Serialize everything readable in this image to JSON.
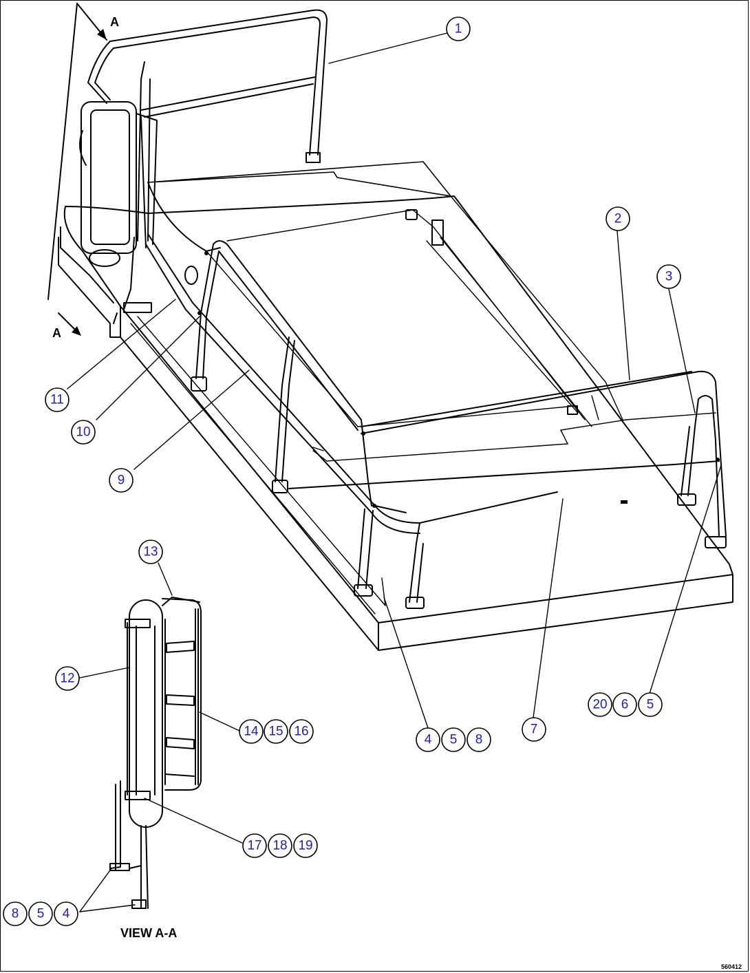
{
  "colors": {
    "line": "#000000",
    "balloon_text": "#1a1adc",
    "background": "#ffffff"
  },
  "callouts": [
    "1",
    "2",
    "3",
    "4",
    "5",
    "6",
    "7",
    "8",
    "9",
    "10",
    "11",
    "12",
    "13",
    "14",
    "15",
    "16",
    "17",
    "18",
    "19",
    "20"
  ],
  "group_callouts": [
    [
      "20",
      "6",
      "5"
    ],
    [
      "4",
      "5",
      "8"
    ],
    [
      "14",
      "15",
      "16"
    ],
    [
      "17",
      "18",
      "19"
    ],
    [
      "8",
      "5",
      "4"
    ]
  ],
  "view_markers": {
    "a_top": "A",
    "a_bottom": "A"
  },
  "view_title": "VIEW A-A",
  "drawing_code": "560412"
}
